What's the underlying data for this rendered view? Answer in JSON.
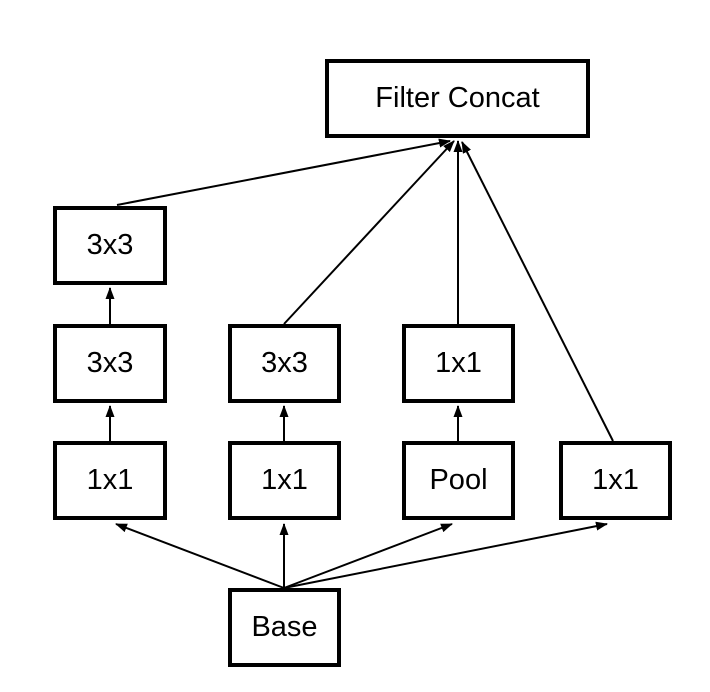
{
  "diagram": {
    "type": "neural-network-module-flow-diagram",
    "background_color": "#ffffff",
    "stroke_color": "#000000",
    "text_color": "#000000",
    "nodes": {
      "filter_concat": {
        "label": "Filter Concat"
      },
      "branch1_conv3_top": {
        "label": "3x3"
      },
      "branch1_conv3_mid": {
        "label": "3x3"
      },
      "branch1_conv1": {
        "label": "1x1"
      },
      "branch2_conv3": {
        "label": "3x3"
      },
      "branch2_conv1": {
        "label": "1x1"
      },
      "branch3_conv1": {
        "label": "1x1"
      },
      "branch3_pool": {
        "label": "Pool"
      },
      "branch4_conv1": {
        "label": "1x1"
      },
      "base": {
        "label": "Base"
      }
    },
    "edges": [
      {
        "from": "base",
        "to": "branch1_conv1"
      },
      {
        "from": "base",
        "to": "branch2_conv1"
      },
      {
        "from": "base",
        "to": "branch3_pool"
      },
      {
        "from": "base",
        "to": "branch4_conv1"
      },
      {
        "from": "branch1_conv1",
        "to": "branch1_conv3_mid"
      },
      {
        "from": "branch1_conv3_mid",
        "to": "branch1_conv3_top"
      },
      {
        "from": "branch2_conv1",
        "to": "branch2_conv3"
      },
      {
        "from": "branch3_pool",
        "to": "branch3_conv1"
      },
      {
        "from": "branch1_conv3_top",
        "to": "filter_concat"
      },
      {
        "from": "branch2_conv3",
        "to": "filter_concat"
      },
      {
        "from": "branch3_conv1",
        "to": "filter_concat"
      },
      {
        "from": "branch4_conv1",
        "to": "filter_concat"
      }
    ]
  }
}
